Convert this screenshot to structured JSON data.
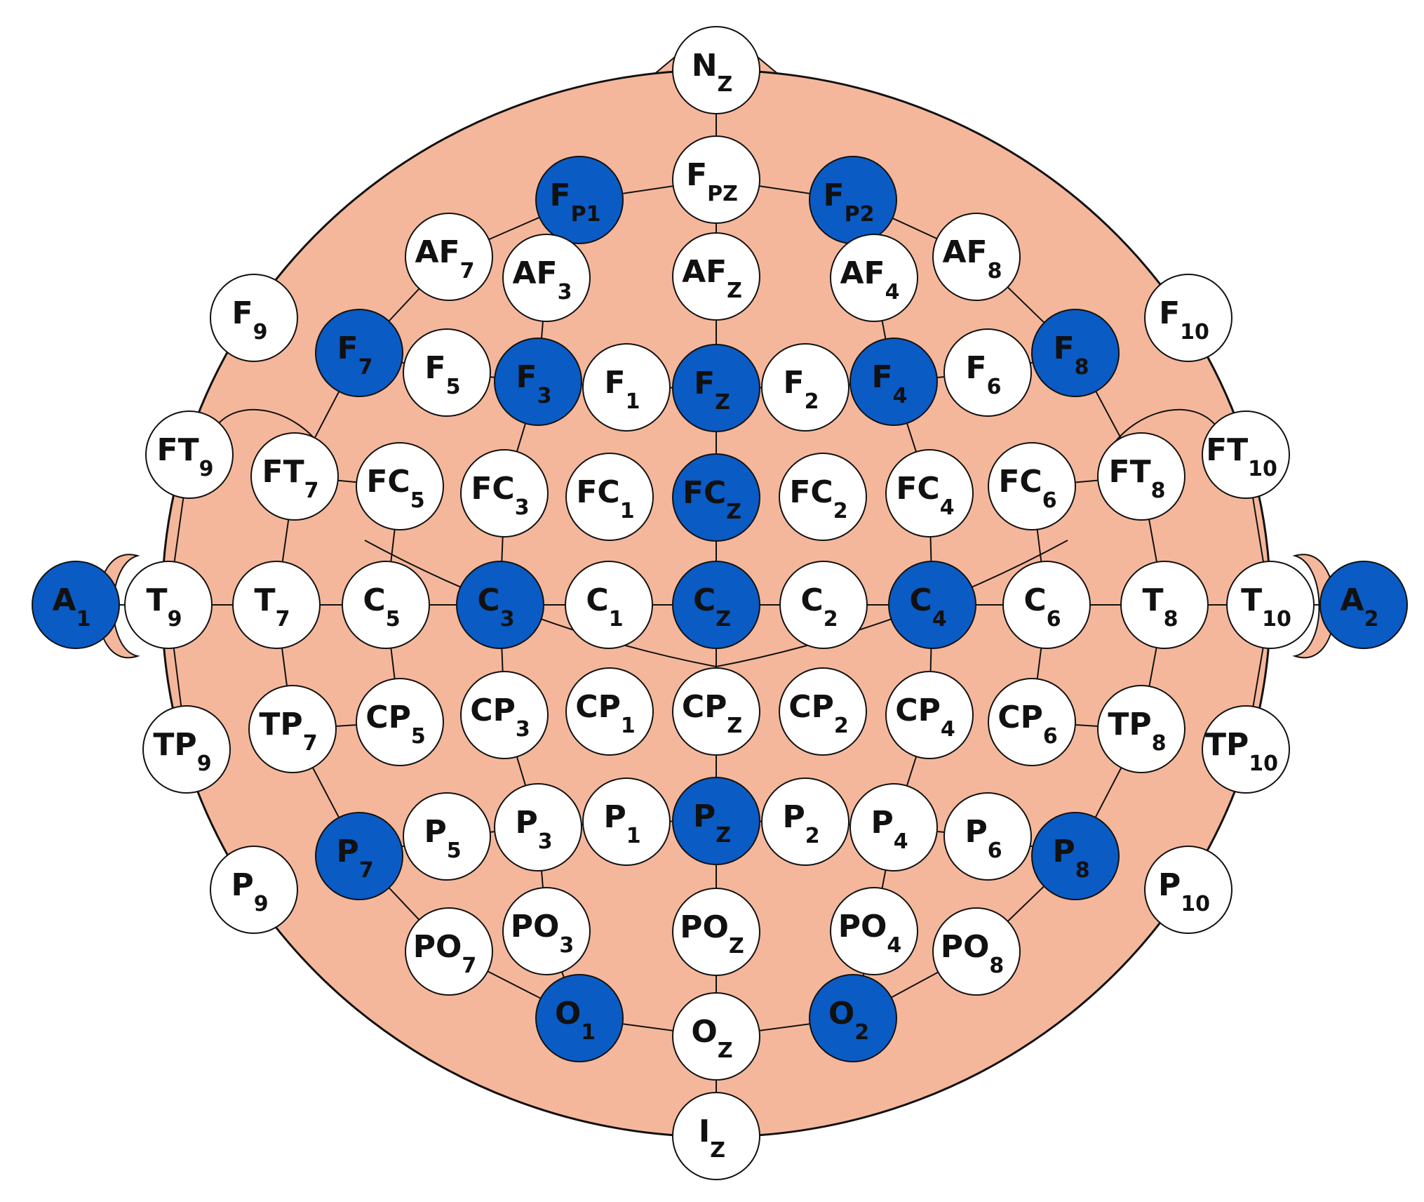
{
  "colors": {
    "head_fill": "#f5b79b",
    "head_stroke": "#111111",
    "electrode_default": "#ffffff",
    "electrode_selected": "#0a5bc4",
    "label_text": "#111111"
  },
  "electrodes": [
    {
      "id": "Nz",
      "base": "N",
      "sub": "Z",
      "selected": false
    },
    {
      "id": "Fpz",
      "base": "F",
      "sub": "PZ",
      "selected": false
    },
    {
      "id": "Fp1",
      "base": "F",
      "sub": "P1",
      "selected": true
    },
    {
      "id": "Fp2",
      "base": "F",
      "sub": "P2",
      "selected": true
    },
    {
      "id": "AF7",
      "base": "AF",
      "sub": "7",
      "selected": false
    },
    {
      "id": "AF3",
      "base": "AF",
      "sub": "3",
      "selected": false
    },
    {
      "id": "AFz",
      "base": "AF",
      "sub": "Z",
      "selected": false
    },
    {
      "id": "AF4",
      "base": "AF",
      "sub": "4",
      "selected": false
    },
    {
      "id": "AF8",
      "base": "AF",
      "sub": "8",
      "selected": false
    },
    {
      "id": "F9",
      "base": "F",
      "sub": "9",
      "selected": false
    },
    {
      "id": "F7",
      "base": "F",
      "sub": "7",
      "selected": true
    },
    {
      "id": "F5",
      "base": "F",
      "sub": "5",
      "selected": false
    },
    {
      "id": "F3",
      "base": "F",
      "sub": "3",
      "selected": true
    },
    {
      "id": "F1",
      "base": "F",
      "sub": "1",
      "selected": false
    },
    {
      "id": "Fz",
      "base": "F",
      "sub": "Z",
      "selected": true
    },
    {
      "id": "F2",
      "base": "F",
      "sub": "2",
      "selected": false
    },
    {
      "id": "F4",
      "base": "F",
      "sub": "4",
      "selected": true
    },
    {
      "id": "F6",
      "base": "F",
      "sub": "6",
      "selected": false
    },
    {
      "id": "F8",
      "base": "F",
      "sub": "8",
      "selected": true
    },
    {
      "id": "F10",
      "base": "F",
      "sub": "10",
      "selected": false
    },
    {
      "id": "FT9",
      "base": "FT",
      "sub": "9",
      "selected": false
    },
    {
      "id": "FT7",
      "base": "FT",
      "sub": "7",
      "selected": false
    },
    {
      "id": "FC5",
      "base": "FC",
      "sub": "5",
      "selected": false
    },
    {
      "id": "FC3",
      "base": "FC",
      "sub": "3",
      "selected": false
    },
    {
      "id": "FC1",
      "base": "FC",
      "sub": "1",
      "selected": false
    },
    {
      "id": "FCz",
      "base": "FC",
      "sub": "Z",
      "selected": true
    },
    {
      "id": "FC2",
      "base": "FC",
      "sub": "2",
      "selected": false
    },
    {
      "id": "FC4",
      "base": "FC",
      "sub": "4",
      "selected": false
    },
    {
      "id": "FC6",
      "base": "FC",
      "sub": "6",
      "selected": false
    },
    {
      "id": "FT8",
      "base": "FT",
      "sub": "8",
      "selected": false
    },
    {
      "id": "FT10",
      "base": "FT",
      "sub": "10",
      "selected": false
    },
    {
      "id": "A1",
      "base": "A",
      "sub": "1",
      "selected": true
    },
    {
      "id": "T9",
      "base": "T",
      "sub": "9",
      "selected": false
    },
    {
      "id": "T7",
      "base": "T",
      "sub": "7",
      "selected": false
    },
    {
      "id": "C5",
      "base": "C",
      "sub": "5",
      "selected": false
    },
    {
      "id": "C3",
      "base": "C",
      "sub": "3",
      "selected": true
    },
    {
      "id": "C1",
      "base": "C",
      "sub": "1",
      "selected": false
    },
    {
      "id": "Cz",
      "base": "C",
      "sub": "Z",
      "selected": true
    },
    {
      "id": "C2",
      "base": "C",
      "sub": "2",
      "selected": false
    },
    {
      "id": "C4",
      "base": "C",
      "sub": "4",
      "selected": true
    },
    {
      "id": "C6",
      "base": "C",
      "sub": "6",
      "selected": false
    },
    {
      "id": "T8",
      "base": "T",
      "sub": "8",
      "selected": false
    },
    {
      "id": "T10",
      "base": "T",
      "sub": "10",
      "selected": false
    },
    {
      "id": "A2",
      "base": "A",
      "sub": "2",
      "selected": true
    },
    {
      "id": "TP9",
      "base": "TP",
      "sub": "9",
      "selected": false
    },
    {
      "id": "TP7",
      "base": "TP",
      "sub": "7",
      "selected": false
    },
    {
      "id": "CP5",
      "base": "CP",
      "sub": "5",
      "selected": false
    },
    {
      "id": "CP3",
      "base": "CP",
      "sub": "3",
      "selected": false
    },
    {
      "id": "CP1",
      "base": "CP",
      "sub": "1",
      "selected": false
    },
    {
      "id": "CPz",
      "base": "CP",
      "sub": "Z",
      "selected": false
    },
    {
      "id": "CP2",
      "base": "CP",
      "sub": "2",
      "selected": false
    },
    {
      "id": "CP4",
      "base": "CP",
      "sub": "4",
      "selected": false
    },
    {
      "id": "CP6",
      "base": "CP",
      "sub": "6",
      "selected": false
    },
    {
      "id": "TP8",
      "base": "TP",
      "sub": "8",
      "selected": false
    },
    {
      "id": "TP10",
      "base": "TP",
      "sub": "10",
      "selected": false
    },
    {
      "id": "P9",
      "base": "P",
      "sub": "9",
      "selected": false
    },
    {
      "id": "P7",
      "base": "P",
      "sub": "7",
      "selected": true
    },
    {
      "id": "P5",
      "base": "P",
      "sub": "5",
      "selected": false
    },
    {
      "id": "P3",
      "base": "P",
      "sub": "3",
      "selected": false
    },
    {
      "id": "P1",
      "base": "P",
      "sub": "1",
      "selected": false
    },
    {
      "id": "Pz",
      "base": "P",
      "sub": "Z",
      "selected": true
    },
    {
      "id": "P2",
      "base": "P",
      "sub": "2",
      "selected": false
    },
    {
      "id": "P4",
      "base": "P",
      "sub": "4",
      "selected": false
    },
    {
      "id": "P6",
      "base": "P",
      "sub": "6",
      "selected": false
    },
    {
      "id": "P8",
      "base": "P",
      "sub": "8",
      "selected": true
    },
    {
      "id": "P10",
      "base": "P",
      "sub": "10",
      "selected": false
    },
    {
      "id": "PO7",
      "base": "PO",
      "sub": "7",
      "selected": false
    },
    {
      "id": "PO3",
      "base": "PO",
      "sub": "3",
      "selected": false
    },
    {
      "id": "POz",
      "base": "PO",
      "sub": "Z",
      "selected": false
    },
    {
      "id": "PO4",
      "base": "PO",
      "sub": "4",
      "selected": false
    },
    {
      "id": "PO8",
      "base": "PO",
      "sub": "8",
      "selected": false
    },
    {
      "id": "O1",
      "base": "O",
      "sub": "1",
      "selected": true
    },
    {
      "id": "Oz",
      "base": "O",
      "sub": "Z",
      "selected": false
    },
    {
      "id": "O2",
      "base": "O",
      "sub": "2",
      "selected": true
    },
    {
      "id": "Iz",
      "base": "I",
      "sub": "Z",
      "selected": false
    }
  ]
}
